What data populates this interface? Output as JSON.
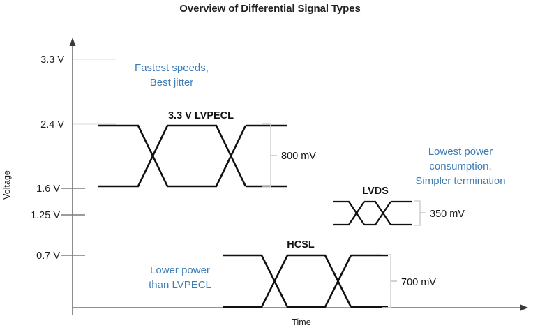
{
  "title": "Overview of Differential Signal Types",
  "axes": {
    "y_label": "Voltage",
    "x_label": "Time",
    "y_ticks": [
      {
        "label": "3.3 V"
      },
      {
        "label": "2.4 V"
      },
      {
        "label": "1.6 V"
      },
      {
        "label": "1.25 V"
      },
      {
        "label": "0.7 V"
      }
    ]
  },
  "signals": [
    {
      "name": "3.3 V LVPECL",
      "swing": "800 mV",
      "note_lines": [
        "Fastest speeds,",
        "Best jitter"
      ]
    },
    {
      "name": "LVDS",
      "swing": "350 mV",
      "note_lines": [
        "Lowest power",
        "consumption,",
        "Simpler termination"
      ]
    },
    {
      "name": "HCSL",
      "swing": "700 mV",
      "note_lines": [
        "Lower power",
        "than LVPECL"
      ]
    }
  ],
  "colors": {
    "note_blue": "#3d7cb5",
    "signal_black": "#111111",
    "axis_gray": "#6f6f6f",
    "bracket_gray": "#d2d2d2"
  },
  "chart_data": {
    "type": "line",
    "title": "Overview of Differential Signal Types",
    "xlabel": "Time",
    "ylabel": "Voltage",
    "ytick_labels": [
      "3.3 V",
      "2.4 V",
      "1.6 V",
      "1.25 V",
      "0.7 V"
    ],
    "ytick_values": [
      3.3,
      2.4,
      1.6,
      1.25,
      0.7
    ],
    "grid": false,
    "legend": "none",
    "series": [
      {
        "name": "3.3 V LVPECL",
        "high_v": 2.4,
        "low_v": 1.6,
        "swing_mv": 800,
        "annotation": "Fastest speeds, Best jitter"
      },
      {
        "name": "LVDS",
        "high_v": 1.6,
        "low_v": 1.25,
        "swing_mv": 350,
        "annotation": "Lowest power consumption, Simpler termination"
      },
      {
        "name": "HCSL",
        "high_v": 0.7,
        "low_v": 0.0,
        "swing_mv": 700,
        "annotation": "Lower power than LVPECL"
      }
    ]
  }
}
